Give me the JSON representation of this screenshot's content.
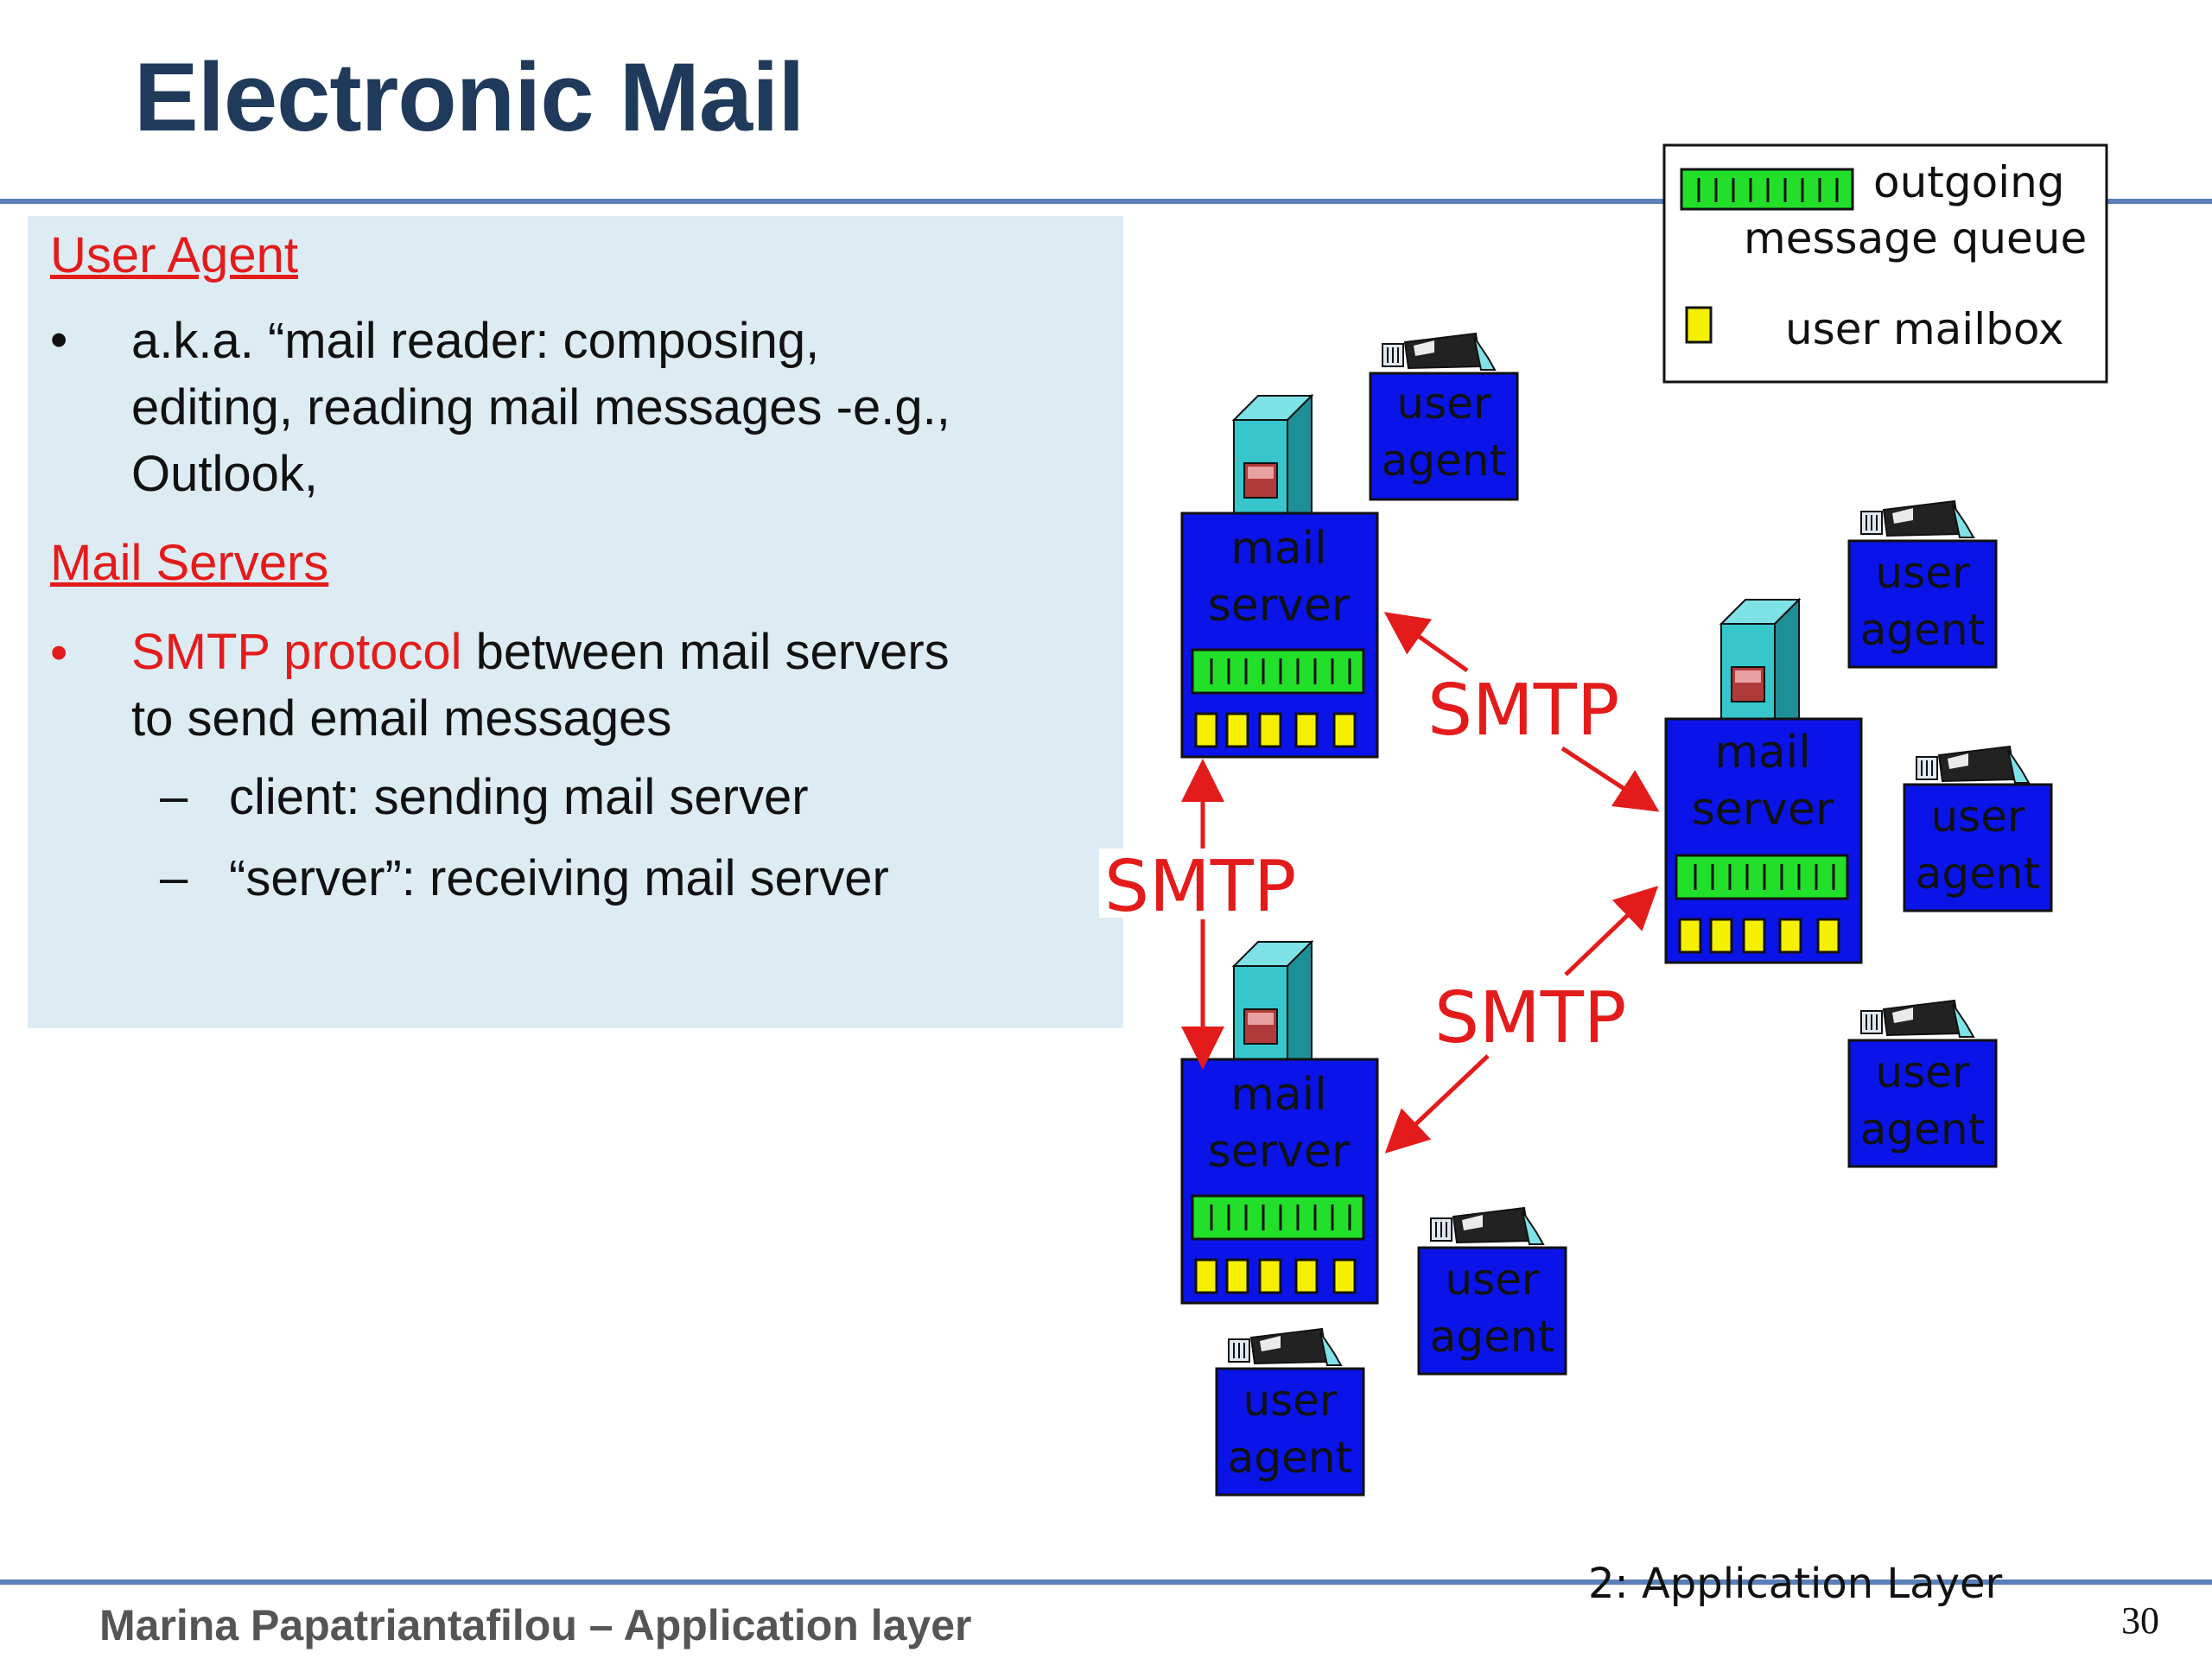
{
  "slide": {
    "title": "Electronic Mail",
    "page_number": "30",
    "footer_author": "Marina Papatriantafilou –  Application layer",
    "footer_chapter": "2: Application Layer"
  },
  "content": {
    "user_agent_heading": "User Agent",
    "user_agent_bullet_lines": [
      "a.k.a. “mail reader: composing,",
      "editing, reading mail messages -e.g.,",
      "Outlook,"
    ],
    "mail_servers_heading": "Mail Servers",
    "smtp_bullet_red": "SMTP protocol",
    "smtp_bullet_rest_line1": " between mail servers",
    "smtp_bullet_line2": "to send email messages",
    "sub_bullets": [
      "client: sending mail server",
      "“server”: receiving mail server"
    ]
  },
  "legend": {
    "queue_label_line1": "outgoing",
    "queue_label_line2": "message queue",
    "mailbox_label": "user mailbox"
  },
  "diagram": {
    "server_label_line1": "mail",
    "server_label_line2": "server",
    "agent_label_line1": "user",
    "agent_label_line2": "agent",
    "protocol_label": "SMTP",
    "colors": {
      "box_blue": "#0a14e8",
      "queue_green": "#22e02a",
      "mailbox_yellow": "#f5f000",
      "arrow_red": "#e41b1b",
      "tower_cyan": "#36c6cc"
    }
  }
}
